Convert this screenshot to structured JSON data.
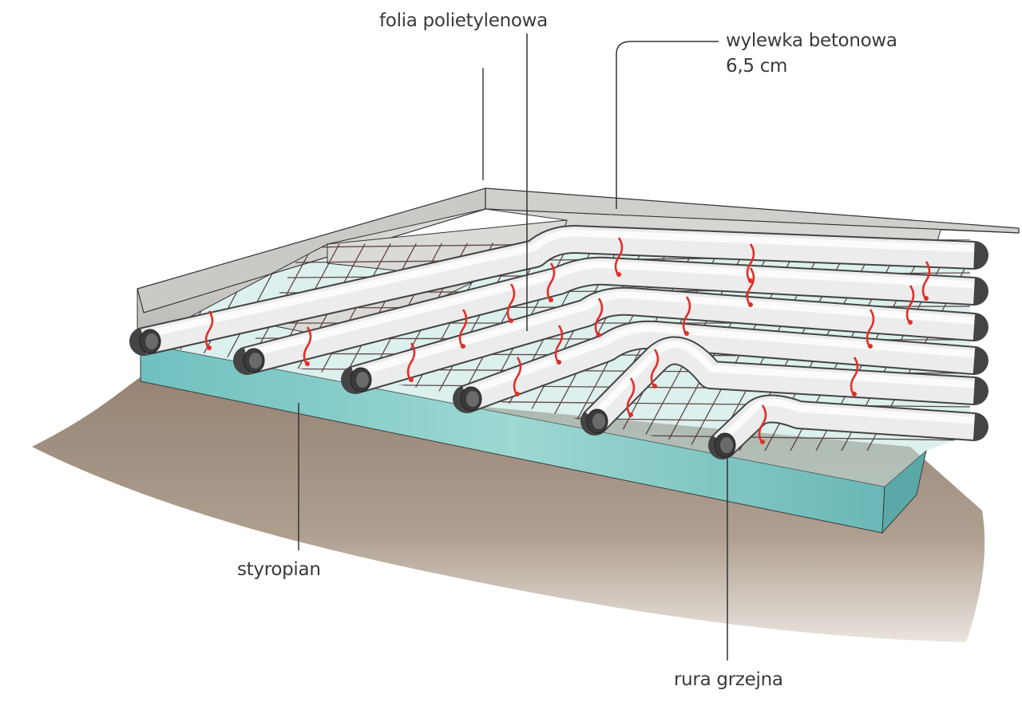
{
  "labels": {
    "folia": "folia polietylenowa",
    "wylewka": "wylewka betonowa",
    "wylewka_thickness": "6,5 cm",
    "styropian": "styropian",
    "rura": "rura grzejna"
  },
  "colors": {
    "ground": "#9a8878",
    "insulation": "#7cc8c4",
    "concrete": "#d2d2cf",
    "pipe": "#ececec",
    "mesh": "#4a2a2a",
    "clip": "#e0302a",
    "leader": "#333333"
  }
}
